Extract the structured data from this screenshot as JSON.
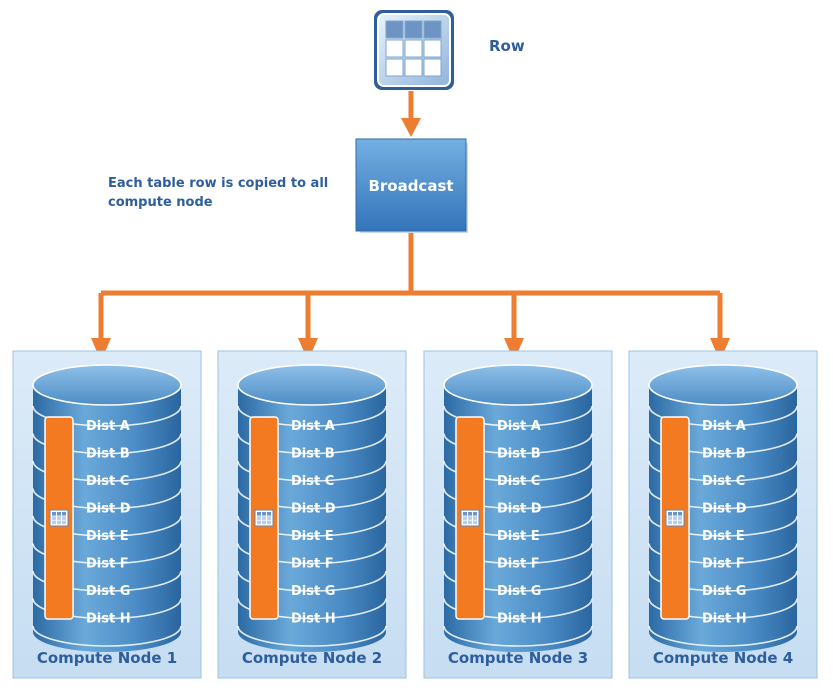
{
  "row_label": "Row",
  "broadcast_label": "Broadcast",
  "caption_lines": [
    "Each table row is copied to all",
    "compute node"
  ],
  "distributions": [
    "Dist A",
    "Dist B",
    "Dist C",
    "Dist D",
    "Dist E",
    "Dist F",
    "Dist G",
    "Dist H"
  ],
  "nodes": [
    {
      "label": "Compute Node 1"
    },
    {
      "label": "Compute Node 2"
    },
    {
      "label": "Compute Node 3"
    },
    {
      "label": "Compute Node 4"
    }
  ],
  "colors": {
    "arrow": "#ed7d31",
    "text_blue": "#2e5e9c",
    "panel_fill": "#d2e5f6",
    "panel_stroke": "#9dc3e6",
    "disk_dark": "#2f6ea6",
    "disk_light": "#6aa7d6",
    "bar": "#f47a22"
  }
}
